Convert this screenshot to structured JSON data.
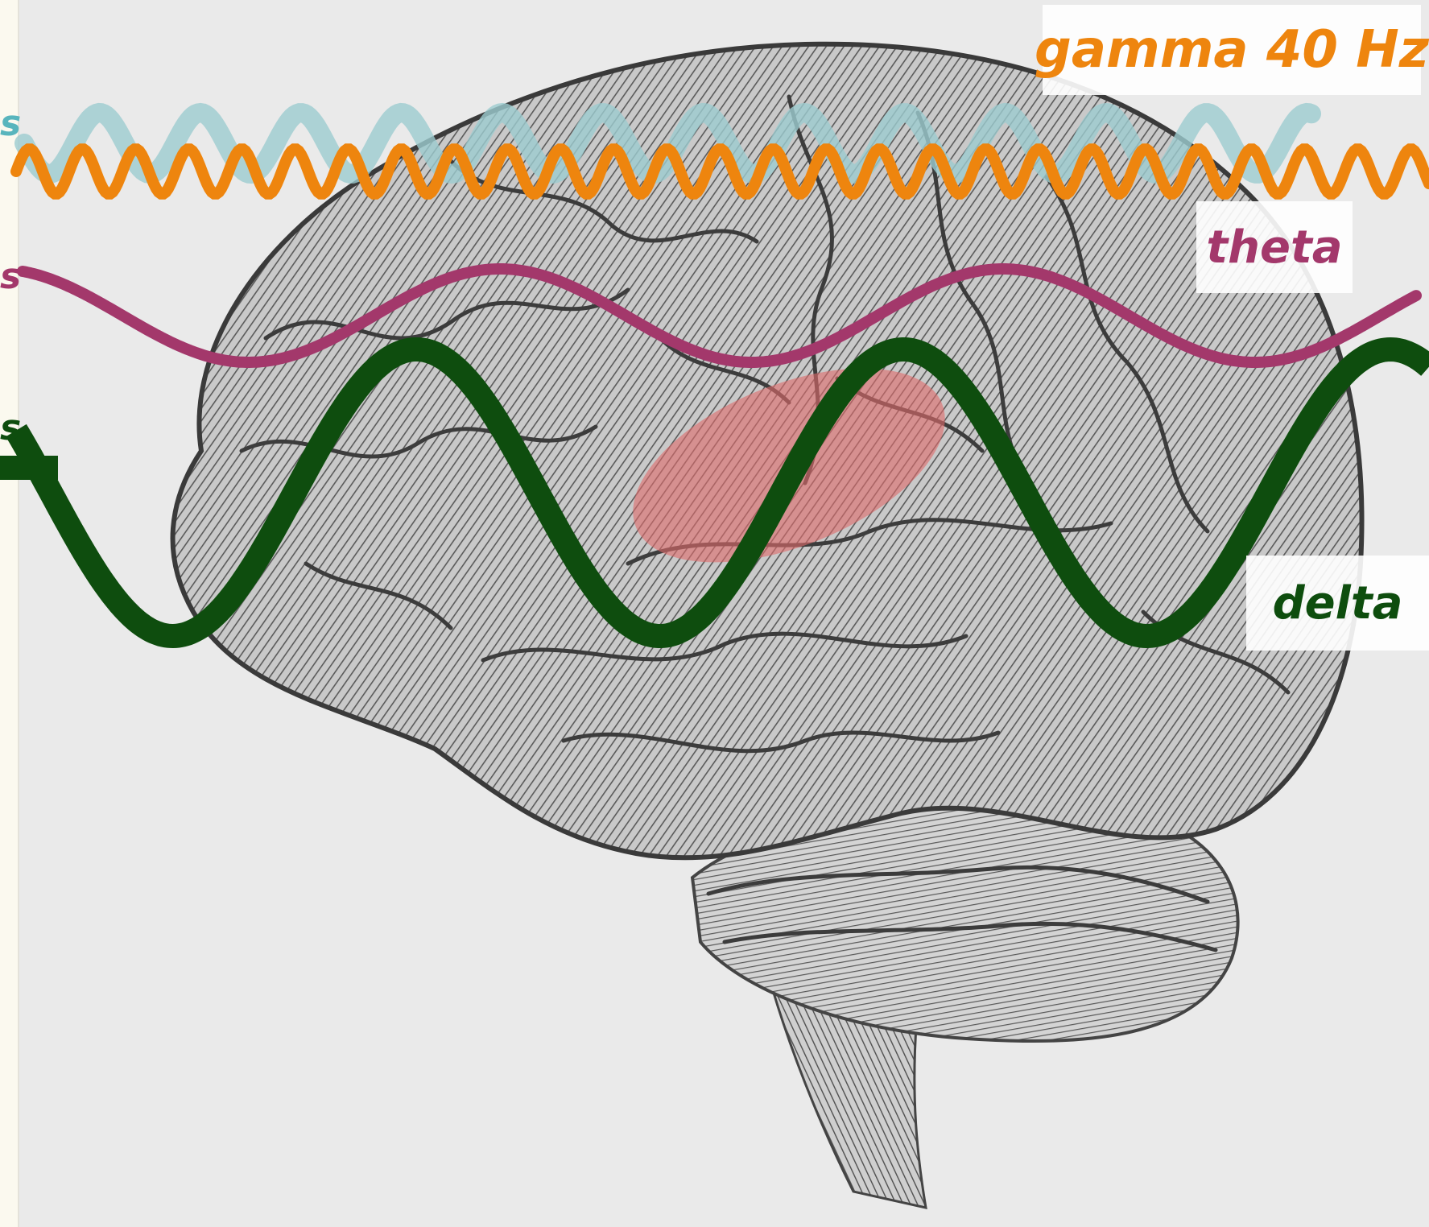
{
  "colors": {
    "gamma": "#ee850e",
    "theta": "#a3386b",
    "delta": "#0e4d0e",
    "faint_wave": "#9ccccf",
    "highlight": "#e06a6a"
  },
  "labels": {
    "gamma": "gamma 40 Hz",
    "theta": "theta",
    "delta": "delta"
  },
  "left_edge_fragments": [
    "s",
    "s",
    "s"
  ],
  "illustration": {
    "subject": "brain-engraving",
    "highlight_region": "red-ellipse"
  }
}
